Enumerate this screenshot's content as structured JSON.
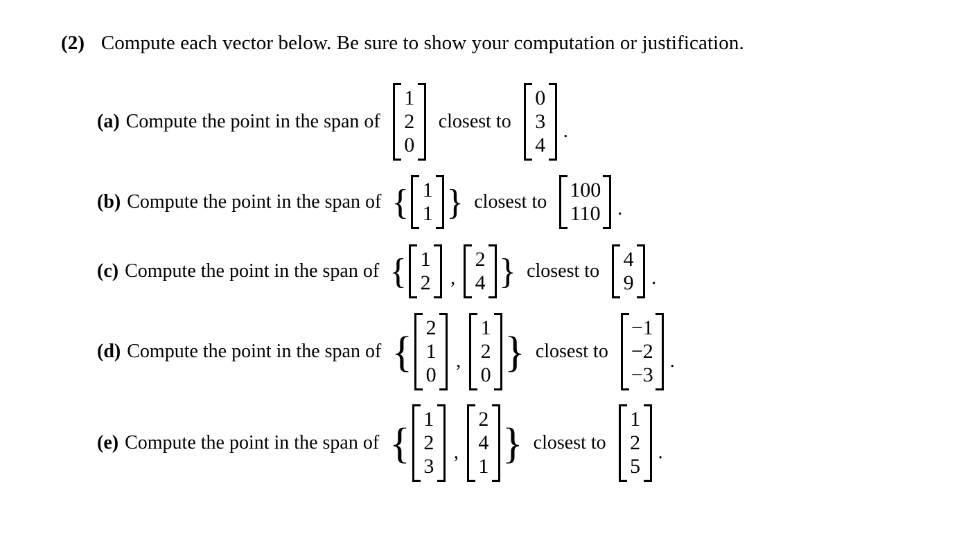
{
  "document": {
    "problem_number": "(2)",
    "header_text": "Compute each vector below. Be sure to show your computation or justification.",
    "prompt_prefix": "Compute the point in the span of",
    "prompt_middle": "closest to",
    "terminator": ".",
    "brace_open": "{",
    "brace_close": "}",
    "comma": ",",
    "parts": [
      {
        "label": "(a)",
        "text_prefix": "Compute the point in the span of",
        "braced": false,
        "span_vectors": [
          [
            "1",
            "2",
            "0"
          ]
        ],
        "text_middle": "closest to",
        "target_vector": [
          "0",
          "3",
          "4"
        ],
        "dim": 3
      },
      {
        "label": "(b)",
        "text_prefix": "Compute the point in the span of",
        "braced": true,
        "span_vectors": [
          [
            "1",
            "1"
          ]
        ],
        "text_middle": "closest to",
        "target_vector": [
          "100",
          "110"
        ],
        "dim": 2
      },
      {
        "label": "(c)",
        "text_prefix": "Compute the point in the span of",
        "braced": true,
        "span_vectors": [
          [
            "1",
            "2"
          ],
          [
            "2",
            "4"
          ]
        ],
        "text_middle": "closest to",
        "target_vector": [
          "4",
          "9"
        ],
        "dim": 2
      },
      {
        "label": "(d)",
        "text_prefix": "Compute the point in the span of",
        "braced": true,
        "span_vectors": [
          [
            "2",
            "1",
            "0"
          ],
          [
            "1",
            "2",
            "0"
          ]
        ],
        "text_middle": "closest to",
        "target_vector": [
          "−1",
          "−2",
          "−3"
        ],
        "dim": 3
      },
      {
        "label": "(e)",
        "text_prefix": "Compute the point in the span of",
        "braced": true,
        "span_vectors": [
          [
            "1",
            "2",
            "3"
          ],
          [
            "2",
            "4",
            "1"
          ]
        ],
        "text_middle": "closest to",
        "target_vector": [
          "1",
          "2",
          "5"
        ],
        "dim": 3
      }
    ]
  },
  "style": {
    "text_color": "#000000",
    "background_color": "#ffffff"
  }
}
